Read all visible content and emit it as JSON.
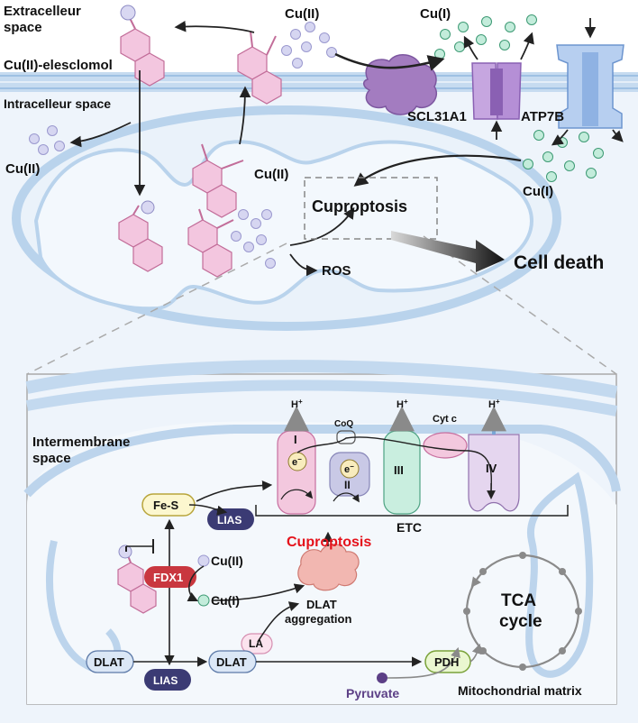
{
  "labels": {
    "extracellular": [
      "Extracelleur",
      "space"
    ],
    "cu_elesclomol": "Cu(II)-elesclomol",
    "intracellular": "Intracelleur space",
    "cu2_left": "Cu(II)",
    "cu2_top": "Cu(II)",
    "cu1_top": "Cu(I)",
    "scl31a1": "SCL31A1",
    "atp7b": "ATP7B",
    "cu2_mito": "Cu(II)",
    "cuproptosis_top": "Cuproptosis",
    "cu1_right": "Cu(I)",
    "ros": "ROS",
    "cell_death": "Cell death",
    "intermembrane": [
      "Intermembrane",
      "space"
    ],
    "h_plus": "H",
    "h_sup": "+",
    "complex_I": "I",
    "complex_II": "II",
    "complex_III": "III",
    "complex_IV": "IV",
    "coq": "CoQ",
    "cytc": "Cyt c",
    "electron": "e",
    "electron_sup": "−",
    "etc": "ETC",
    "fes": "Fe-S",
    "lias_top": "LIAS",
    "cuproptosis_bottom": "Cuproptosis",
    "cu2_bottom": "Cu(II)",
    "cu1_bottom": "Cu(I)",
    "fdx1": "FDX1",
    "dlat_aggregation": [
      "DLAT",
      "aggregation"
    ],
    "tca": [
      "TCA",
      "cycle"
    ],
    "la": "LA",
    "dlat_left": "DLAT",
    "dlat_mid": "DLAT",
    "lias_bottom": "LIAS",
    "pdh": "PDH",
    "pyruvate": "Pyruvate",
    "matrix": "Mitochondrial matrix"
  },
  "colors": {
    "copper_ii": "#cfcfee",
    "copper_i": "#bdebd8",
    "membrane": "#b9d3ec",
    "elesclomol": "#f3c6df",
    "fdx1": "#c9373f",
    "fes": "#fcf7cf",
    "lias": "#3b3b74",
    "cuproptosis_red": "#e5121b",
    "pyruvate": "#5c3f86"
  }
}
